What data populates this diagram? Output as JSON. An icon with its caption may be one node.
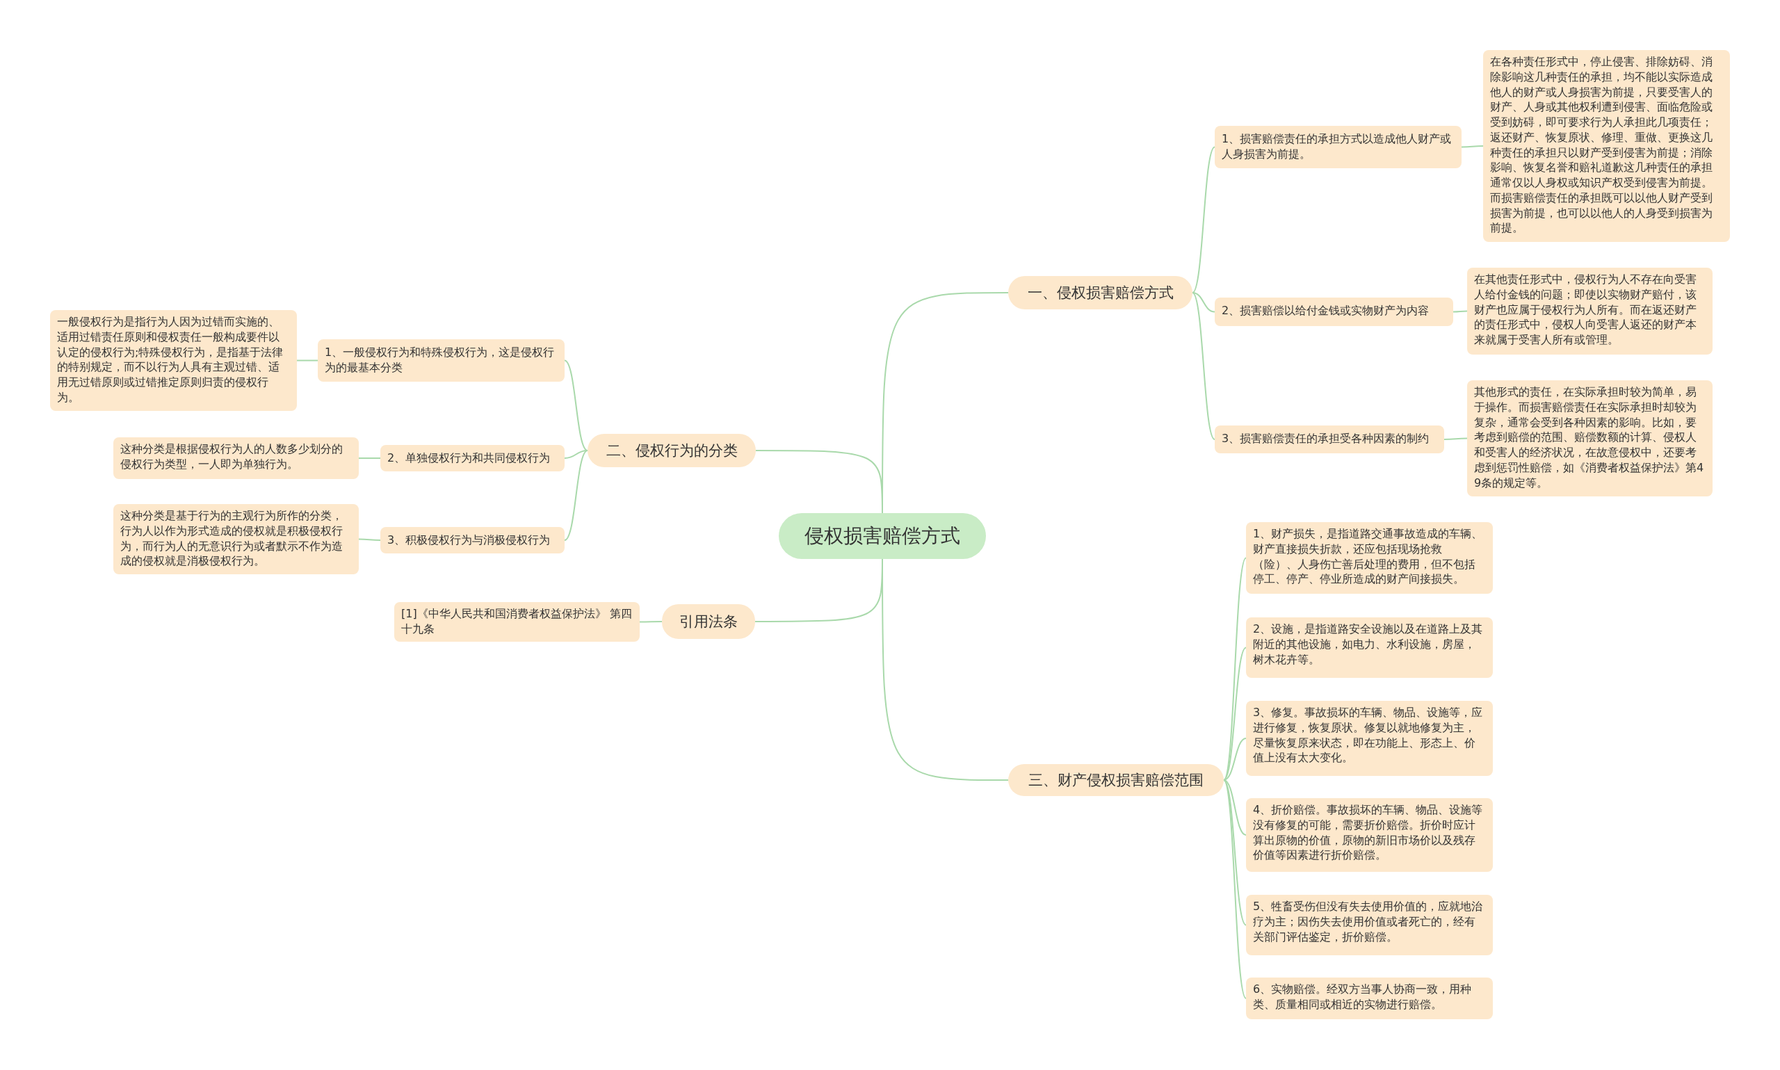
{
  "diagram": {
    "nodes": [
      {
        "text": [
          "侵权损害赔偿方式"
        ]
      },
      {
        "text": [
          "一、侵权损害赔偿方式"
        ]
      },
      {
        "text": [
          "1、损害赔偿责任的承担方式以造成他人财产或人身损害为前提。"
        ]
      },
      {
        "text": [
          "在各种责任形式中，停止侵害、排除妨碍、消除影响这几种责任的承担，均不能以实际造成他人的财产或人身损害为前提，只要受害人的财产、人身或其他权利遭到侵害、面临危险或受到妨碍，即可要求行为人承担此几项责任；返还财产、恢复原状、修理、重做、更换这几种责任的承担只以财产受到侵害为前提；消除影响、恢复名誉和赔礼道歉这几种责任的承担通常仅以人身权或知识产权受到侵害为前提。而损害赔偿责任的承担既可以以他人财产受到损害为前提，也可以以他人的人身受到损害为前提。"
        ]
      },
      {
        "text": [
          "2、损害赔偿以给付金钱或实物财产为内容"
        ]
      },
      {
        "text": [
          "在其他责任形式中，侵权行为人不存在向受害人给付金钱的问题；即使以实物财产赔付，该财产也应属于侵权行为人所有。而在返还财产的责任形式中，侵权人向受害人返还的财产本来就属于受害人所有或管理。"
        ]
      },
      {
        "text": [
          "3、损害赔偿责任的承担受各种因素的制约"
        ]
      },
      {
        "text": [
          "其他形式的责任，在实际承担时较为简单，易于操作。而损害赔偿责任在实际承担时却较为复杂，通常会受到各种因素的影响。比如，要考虑到赔偿的范围、赔偿数额的计算、侵权人和受害人的经济状况，在故意侵权中，还要考虑到惩罚性赔偿，如《消费者权益保护法》第49条的规定等。"
        ]
      },
      {
        "text": [
          "二、侵权行为的分类"
        ]
      },
      {
        "text": [
          "1、一般侵权行为和特殊侵权行为，这是侵权行为的最基本分类"
        ]
      },
      {
        "text": [
          "一般侵权行为是指行为人因为过错而实施的、适用过错责任原则和侵权责任一般构成要件以认定的侵权行为;特殊侵权行为，是指基于法律的特别规定，而不以行为人具有主观过错、适用无过错原则或过错推定原则归责的侵权行为。"
        ]
      },
      {
        "text": [
          "2、单独侵权行为和共同侵权行为"
        ]
      },
      {
        "text": [
          "这种分类是根据侵权行为人的人数多少划分的侵权行为类型，一人即为单独行为。"
        ]
      },
      {
        "text": [
          "3、积极侵权行为与消极侵权行为"
        ]
      },
      {
        "text": [
          "这种分类是基于行为的主观行为所作的分类，行为人以作为形式造成的侵权就是积极侵权行为，而行为人的无意识行为或者默示不作为造成的侵权就是消极侵权行为。"
        ]
      },
      {
        "text": [
          "引用法条"
        ]
      },
      {
        "text": [
          "[1]《中华人民共和国消费者权益保护法》 第四十九条"
        ]
      },
      {
        "text": [
          "三、财产侵权损害赔偿范围"
        ]
      },
      {
        "text": [
          "1、财产损失，是指道路交通事故造成的车辆、财产直接损失折款，还应包括现场抢救（险）、人身伤亡善后处理的费用，但不包括停工、停产、停业所造成的财产间接损失。"
        ]
      },
      {
        "text": [
          "2、设施，是指道路安全设施以及在道路上及其附近的其他设施，如电力、水利设施，房屋，树木花卉等。"
        ]
      },
      {
        "text": [
          "3、修复。事故损坏的车辆、物品、设施等，应进行修复，恢复原状。修复以就地修复为主，尽量恢复原来状态，即在功能上、形态上、价值上没有太大变化。"
        ]
      },
      {
        "text": [
          "4、折价赔偿。事故损坏的车辆、物品、设施等没有修复的可能，需要折价赔偿。折价时应计算出原物的价值，原物的新旧市场价以及残存价值等因素进行折价赔偿。"
        ]
      },
      {
        "text": [
          "5、牲畜受伤但没有失去使用价值的，应就地治疗为主；因伤失去使用价值或者死亡的，经有关部门评估鉴定，折价赔偿。"
        ]
      },
      {
        "text": [
          "6、实物赔偿。经双方当事人协商一致，用种类、质量相同或相近的实物进行赔偿。"
        ]
      }
    ],
    "edges": [
      {
        "from": 0,
        "to": 1,
        "arrow": "none"
      },
      {
        "from": 1,
        "to": 2,
        "arrow": "none"
      },
      {
        "from": 2,
        "to": 3,
        "arrow": "none"
      },
      {
        "from": 1,
        "to": 4,
        "arrow": "none"
      },
      {
        "from": 4,
        "to": 5,
        "arrow": "none"
      },
      {
        "from": 1,
        "to": 6,
        "arrow": "none"
      },
      {
        "from": 6,
        "to": 7,
        "arrow": "none"
      },
      {
        "from": 0,
        "to": 8,
        "arrow": "none"
      },
      {
        "from": 8,
        "to": 9,
        "arrow": "none"
      },
      {
        "from": 9,
        "to": 10,
        "arrow": "none"
      },
      {
        "from": 8,
        "to": 11,
        "arrow": "none"
      },
      {
        "from": 11,
        "to": 12,
        "arrow": "none"
      },
      {
        "from": 8,
        "to": 13,
        "arrow": "none"
      },
      {
        "from": 13,
        "to": 14,
        "arrow": "none"
      },
      {
        "from": 0,
        "to": 15,
        "arrow": "none"
      },
      {
        "from": 15,
        "to": 16,
        "arrow": "none"
      },
      {
        "from": 0,
        "to": 17,
        "arrow": "none"
      },
      {
        "from": 17,
        "to": 18,
        "arrow": "none"
      },
      {
        "from": 17,
        "to": 19,
        "arrow": "none"
      },
      {
        "from": 17,
        "to": 20,
        "arrow": "none"
      },
      {
        "from": 17,
        "to": 21,
        "arrow": "none"
      },
      {
        "from": 17,
        "to": 22,
        "arrow": "none"
      },
      {
        "from": 17,
        "to": 23,
        "arrow": "none"
      }
    ]
  }
}
